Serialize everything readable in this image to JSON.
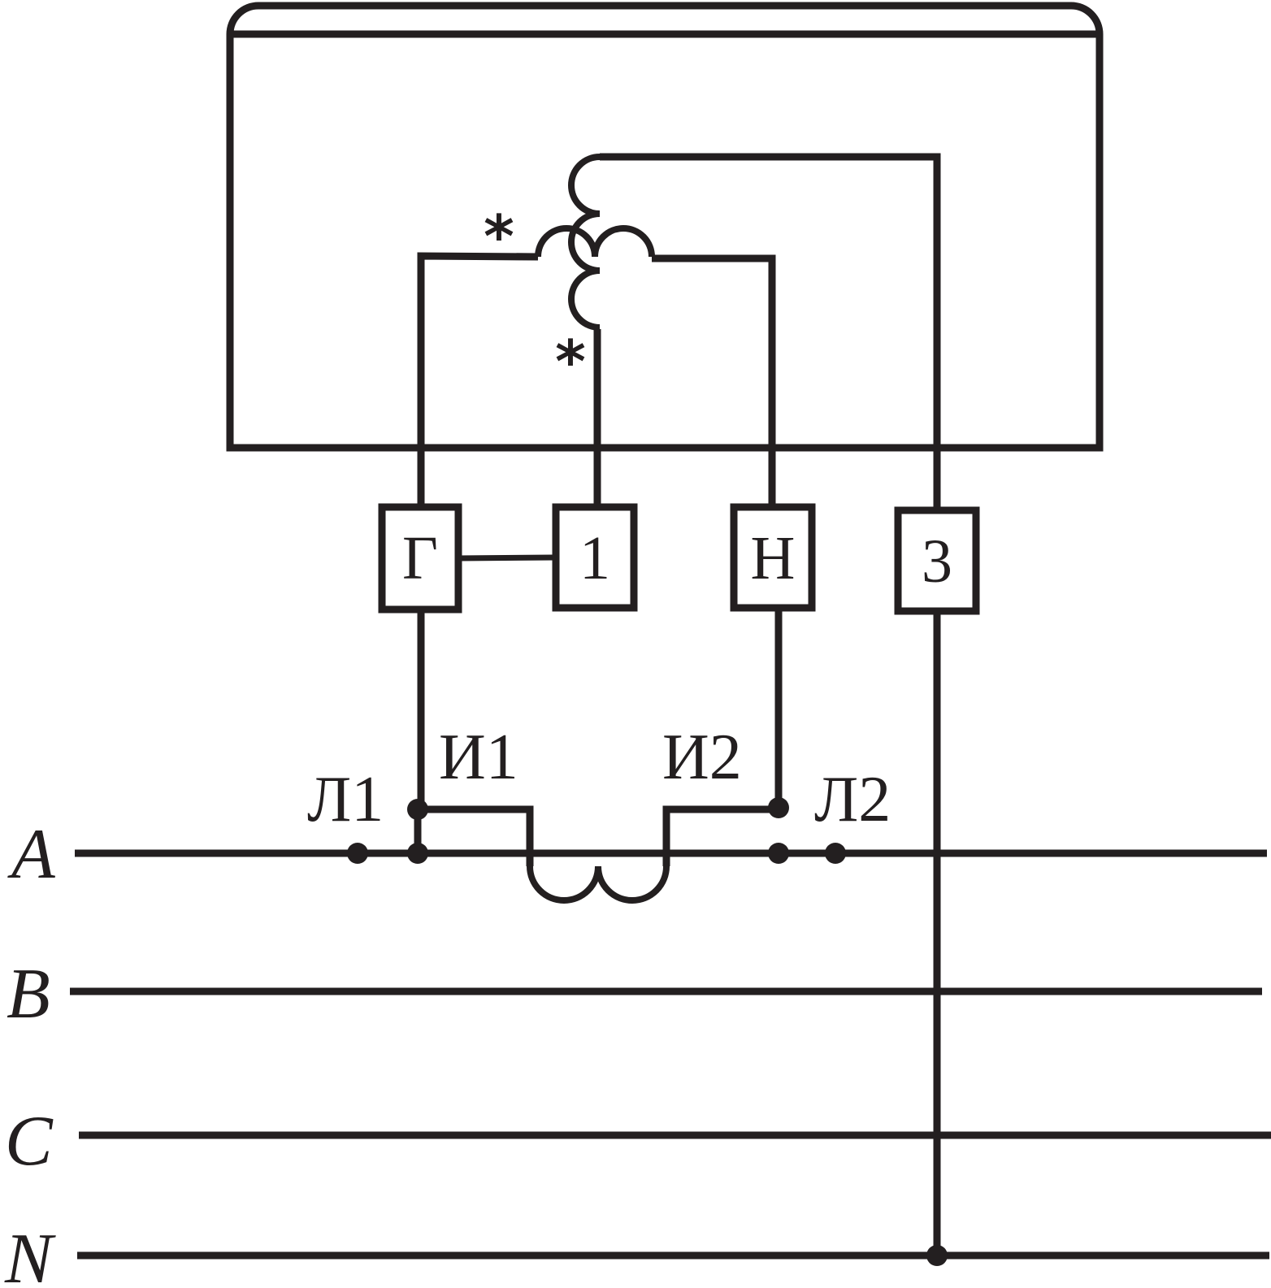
{
  "meter": {
    "terminals": {
      "g": "Г",
      "one": "1",
      "n": "Н",
      "three": "3"
    }
  },
  "polarity_marks": {
    "current_coil_start": "*",
    "voltage_coil_start": "*"
  },
  "current_transformer": {
    "secondary_start": "И1",
    "secondary_end": "И2",
    "primary_start": "Л1",
    "primary_end": "Л2"
  },
  "bus": {
    "phase_a": "A",
    "phase_b": "B",
    "phase_c": "C",
    "neutral": "N"
  },
  "colors": {
    "line": "#231f20",
    "background": "#ffffff"
  }
}
